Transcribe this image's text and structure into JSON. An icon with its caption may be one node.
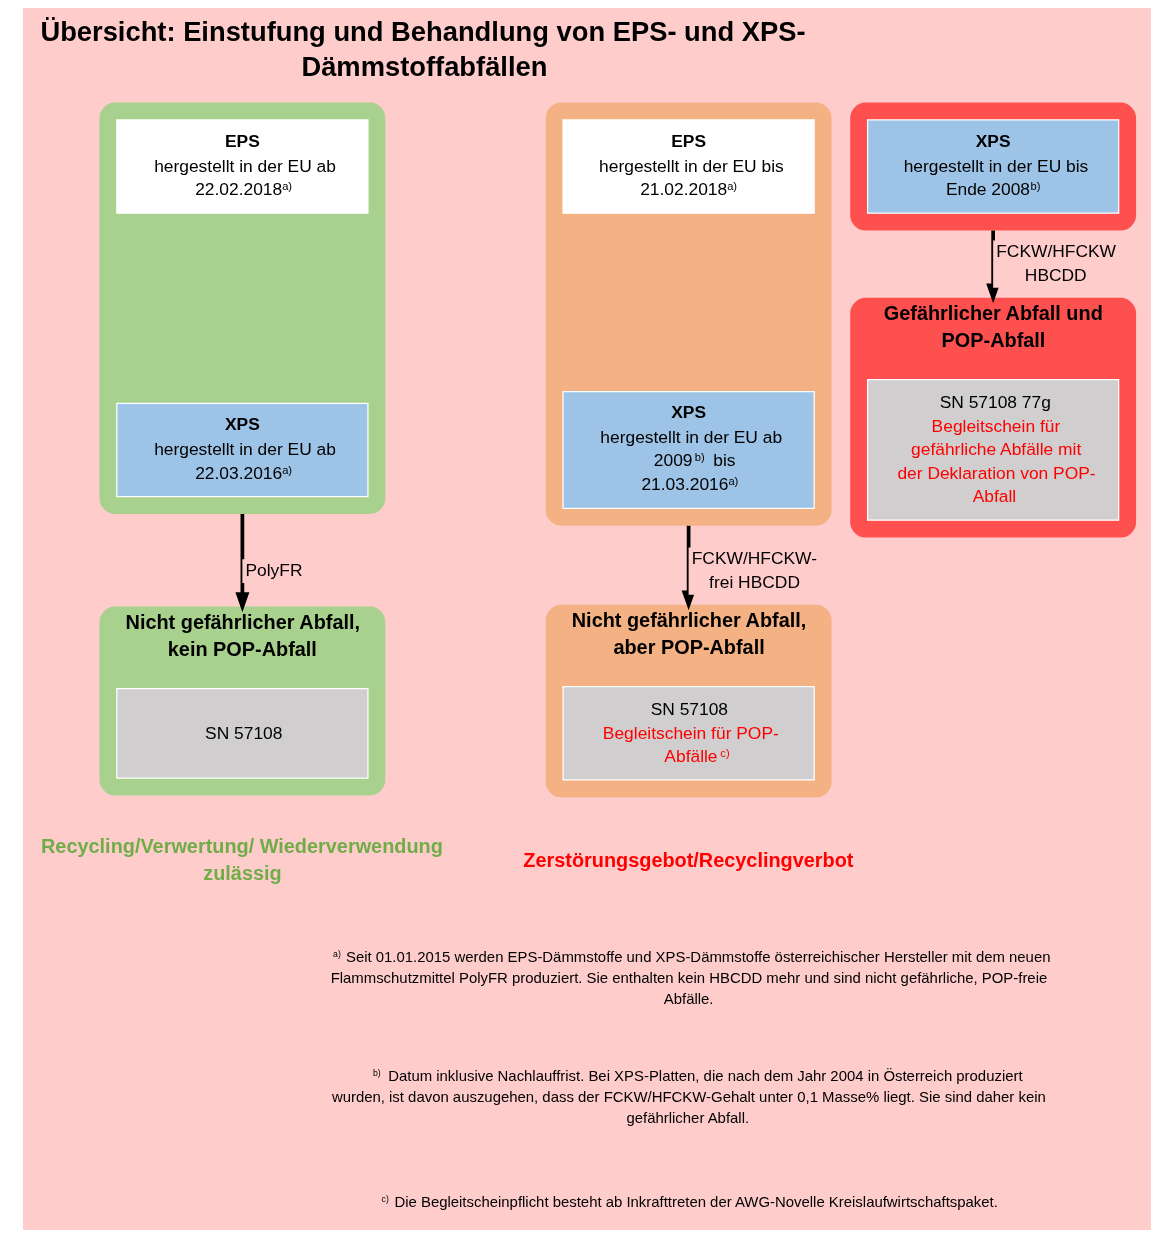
{
  "diagram": {
    "title": "Übersicht: Einstufung und Behandlung von EPS- und XPS-Dämmstoffabfällen",
    "nodes": [
      {
        "text": [],
        "shape": "box"
      },
      {
        "text": [
          "EPS",
          "hergestellt in der EU ab 22.02.2018$^{a)}$"
        ],
        "in": 0
      },
      {
        "text": [
          "XPS",
          "hergestellt in der EU ab 22.03.2016$^{a)}$"
        ],
        "in": 0
      },
      {
        "text": [],
        "shape": "box"
      },
      {
        "text": [
          "EPS",
          "hergestellt in der EU bis 21.02.2018$^{a)}$"
        ],
        "in": 3
      },
      {
        "text": [
          "XPS",
          "hergestellt in der EU ab 2009$^{b)}$ bis 21.03.2016$^{a)}$"
        ],
        "in": 3
      },
      {
        "text": [],
        "shape": "box"
      },
      {
        "text": [
          "XPS",
          "hergestellt in der EU bis Ende 2008$^{b)}$"
        ],
        "in": 6
      },
      {
        "text": [
          "Nicht gefährlicher Abfall, kein POP-Abfall"
        ]
      },
      {
        "text": [
          "SN 57108"
        ],
        "in": 8
      },
      {
        "text": [
          "Nicht gefährlicher Abfall, aber POP-Abfall"
        ]
      },
      {
        "text": [
          "SN 57108",
          "Begleitschein für POP-Abfälle$^{c)}$"
        ],
        "in": 10
      },
      {
        "text": [
          "Gefährlicher Abfall und POP-Abfall"
        ]
      },
      {
        "text": [
          "SN 57108 77g",
          "Begleitschein für gefährliche Abfälle mit der Deklaration von POP-Abfall"
        ],
        "in": 12
      }
    ],
    "edges": [
      {
        "from": 0,
        "to": 8,
        "arrow": "to",
        "label": "PolyFR"
      },
      {
        "from": 3,
        "to": 10,
        "arrow": "to",
        "label": "FCKW/HFCKW-frei HBCDD"
      },
      {
        "from": 6,
        "to": 12,
        "arrow": "to",
        "label": "FCKW/HFCKW HBCDD"
      }
    ],
    "labels": [
      "Recycling/Verwertung/ Wiederverwendung zulässig",
      "Zerstörungsgebot/Recyclingverbot",
      "$^{a)}$ Seit 01.01.2015 werden EPS-Dämmstoffe und XPS-Dämmstoffe österreichischer Hersteller mit dem neuen Flammschutzmittel PolyFR produziert. Sie enthalten kein HBCDD mehr und sind nicht gefährliche, POP-freie Abfälle.",
      "$^{b)}$ Datum inklusive Nachlauffrist. Bei XPS-Platten, die nach dem Jahr 2004 in Österreich produziert wurden, ist davon auszugehen, dass der FCKW/HFCKW-Gehalt unter 0,1 Masse% liegt. Sie sind daher kein gefährlicher Abfall.",
      "$^{c)}$ Die Begleitscheinpflicht besteht ab Inkrafttreten der AWG-Novelle Kreislaufwirtschaftspaket."
    ]
  }
}
